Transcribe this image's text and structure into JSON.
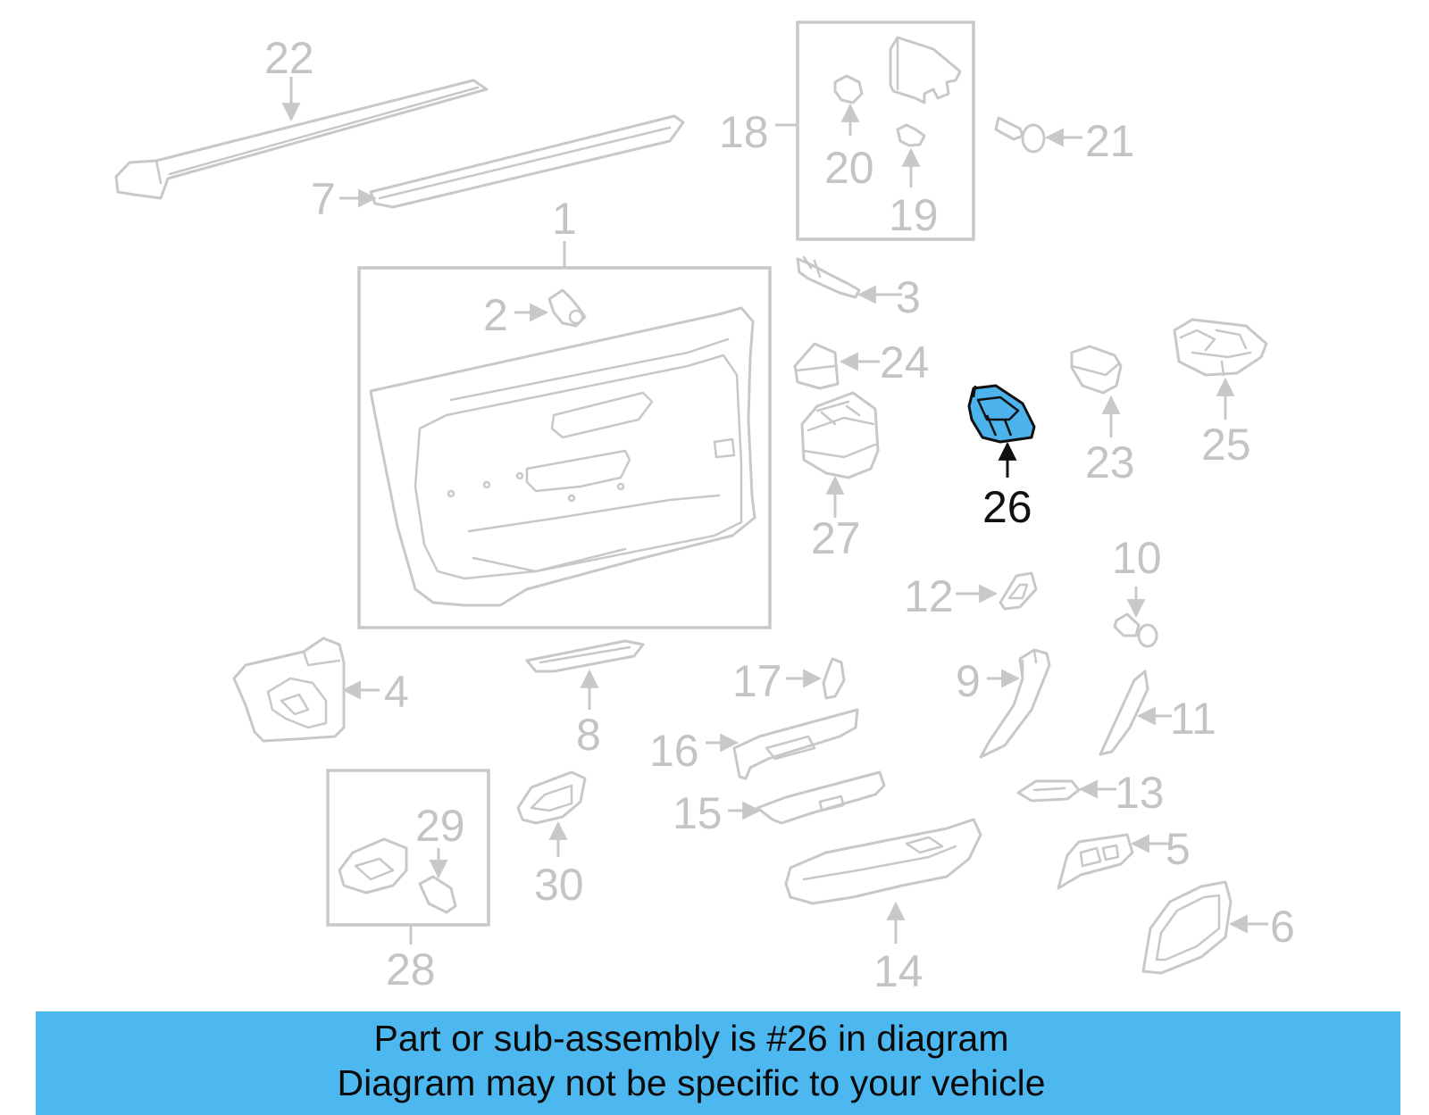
{
  "colors": {
    "part_outline": "#c8c8c8",
    "highlight_fill": "#4db3ec",
    "highlight_outline": "#111111",
    "banner_background": "#4db8f0",
    "banner_text": "#0a0a0a"
  },
  "callouts": {
    "c1": "1",
    "c2": "2",
    "c3": "3",
    "c4": "4",
    "c5": "5",
    "c6": "6",
    "c7": "7",
    "c8": "8",
    "c9": "9",
    "c10": "10",
    "c11": "11",
    "c12": "12",
    "c13": "13",
    "c14": "14",
    "c15": "15",
    "c16": "16",
    "c17": "17",
    "c18": "18",
    "c19": "19",
    "c20": "20",
    "c21": "21",
    "c22": "22",
    "c23": "23",
    "c24": "24",
    "c25": "25",
    "c26": "26",
    "c27": "27",
    "c28": "28",
    "c29": "29",
    "c30": "30"
  },
  "highlighted_part": "26",
  "banner": {
    "line1": "Part or sub-assembly is #26 in diagram",
    "line2": "Diagram may not be specific to your vehicle"
  }
}
